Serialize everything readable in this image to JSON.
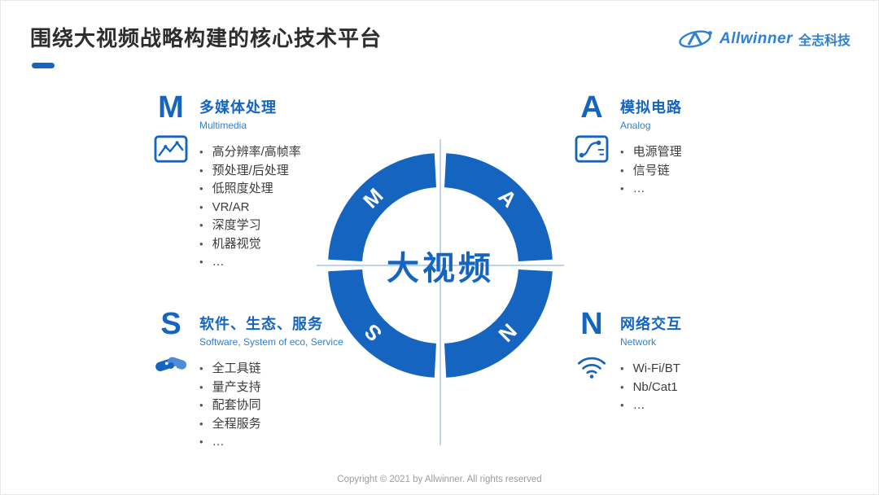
{
  "slide": {
    "title": "围绕大视频战略构建的核心技术平台",
    "footer": "Copyright © 2021 by Allwinner. All rights reserved"
  },
  "logo": {
    "brand": "Allwinner",
    "company_cn": "全志科技"
  },
  "center": {
    "label": "大视频"
  },
  "quadrants": [
    {
      "letter": "M",
      "title": "多媒体处理",
      "subtitle": "Multimedia",
      "icon": "image-chart-icon",
      "items": [
        "高分辨率/高帧率",
        "预处理/后处理",
        "低照度处理",
        "VR/AR",
        "深度学习",
        "机器视觉",
        "…"
      ]
    },
    {
      "letter": "A",
      "title": "模拟电路",
      "subtitle": "Analog",
      "icon": "circuit-icon",
      "items": [
        "电源管理",
        "信号链",
        "…"
      ]
    },
    {
      "letter": "S",
      "title": "软件、生态、服务",
      "subtitle": "Software, System of eco, Service",
      "icon": "handshake-icon",
      "items": [
        "全工具链",
        "量产支持",
        "配套协同",
        "全程服务",
        "…"
      ]
    },
    {
      "letter": "N",
      "title": "网络交互",
      "subtitle": "Network",
      "icon": "wifi-icon",
      "items": [
        "Wi-Fi/BT",
        "Nb/Cat1",
        "…"
      ]
    }
  ],
  "colors": {
    "accent": "#1565C0",
    "logo_blue": "#2E7FD6",
    "subtitle_blue": "#2E7FD6",
    "body_text": "#3C3C3C",
    "axis_line": "#A9C4E8",
    "footer_text": "#9C9C9C"
  }
}
